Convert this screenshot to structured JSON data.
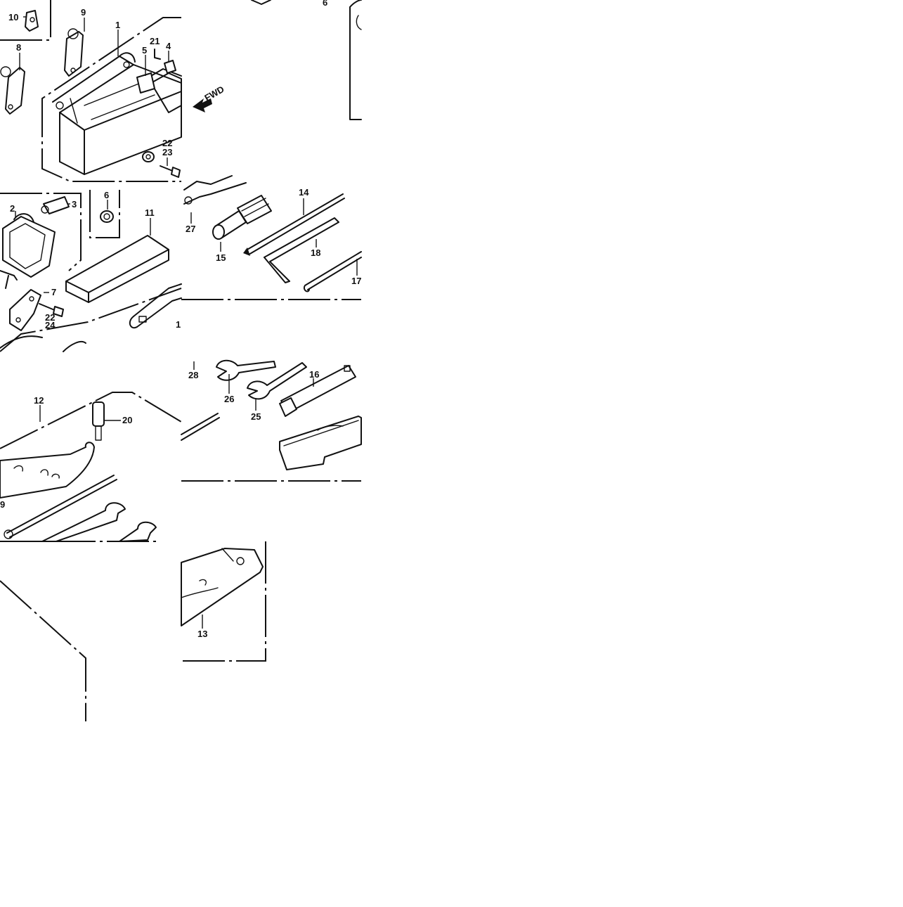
{
  "diagram": {
    "fwd_label": "FWD",
    "callouts": {
      "c1": "1",
      "c2": "2",
      "c3": "3",
      "c4": "4",
      "c5": "5",
      "c6_top": "6",
      "c6": "6",
      "c7": "7",
      "c8": "8",
      "c9": "9",
      "c9_left": "9",
      "c10": "10",
      "c11": "11",
      "c12": "12",
      "c13": "13",
      "c14": "14",
      "c15": "15",
      "c16": "16",
      "c17": "17",
      "c18": "18",
      "c20": "20",
      "c21": "21",
      "c22a": "22",
      "c22b": "22",
      "c23": "23",
      "c24": "24",
      "c25": "25",
      "c26": "26",
      "c27": "27",
      "c28": "28",
      "c19_partial": "1"
    }
  }
}
